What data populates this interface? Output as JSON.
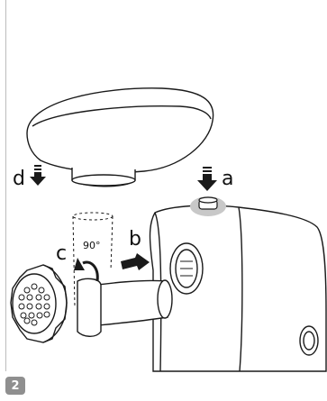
{
  "figure": {
    "step_number": "2",
    "labels": {
      "a": "a",
      "b": "b",
      "c": "c",
      "d": "d",
      "angle": "90°"
    }
  },
  "colors": {
    "stroke": "#1a1a1a",
    "arrow": "#1a1a1a",
    "highlight": "#c8c8c8",
    "badge": "#8f8f8f"
  }
}
